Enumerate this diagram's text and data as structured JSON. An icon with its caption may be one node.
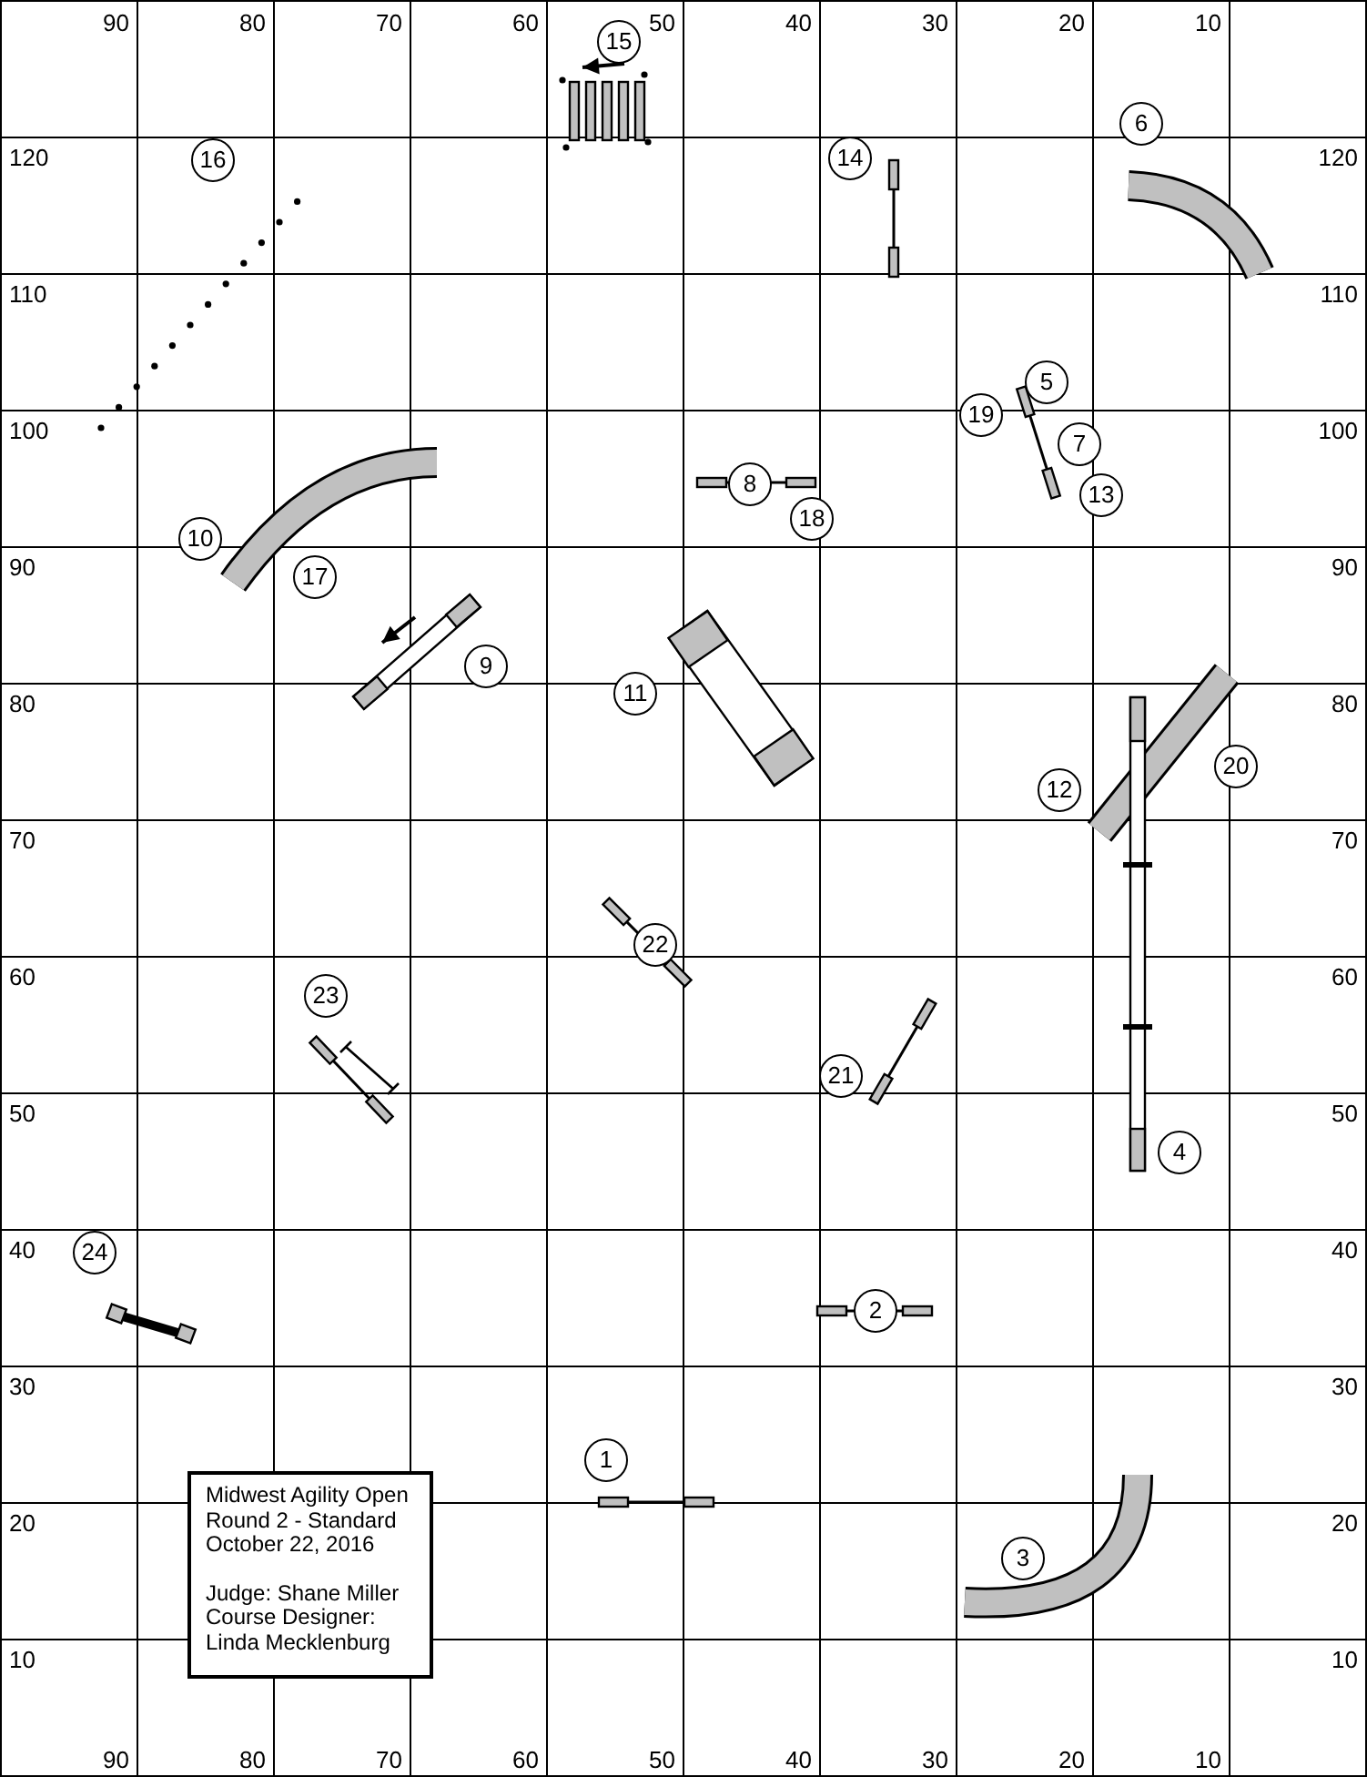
{
  "diagram": {
    "nodes": [
      {
        "text": [
          "15"
        ]
      },
      {
        "text": [
          "16"
        ]
      },
      {
        "text": [
          "14"
        ]
      },
      {
        "text": [
          "6"
        ]
      },
      {
        "text": [
          "5"
        ]
      },
      {
        "text": [
          "19"
        ]
      },
      {
        "text": [
          "7"
        ]
      },
      {
        "text": [
          "8"
        ]
      },
      {
        "text": [
          "13"
        ]
      },
      {
        "text": [
          "18"
        ]
      },
      {
        "text": [
          "10"
        ]
      },
      {
        "text": [
          "17"
        ]
      },
      {
        "text": [
          "9"
        ]
      },
      {
        "text": [
          "11"
        ]
      },
      {
        "text": [
          "12"
        ]
      },
      {
        "text": [
          "20"
        ]
      },
      {
        "text": [
          "22"
        ]
      },
      {
        "text": [
          "23"
        ]
      },
      {
        "text": [
          "21"
        ]
      },
      {
        "text": [
          "4"
        ]
      },
      {
        "text": [
          "24"
        ]
      },
      {
        "text": [
          "2"
        ]
      },
      {
        "text": [
          "1"
        ]
      },
      {
        "text": [
          "3"
        ]
      },
      {
        "text": [
          "Midwest Agility Open Round 2 - Standard October 22, 2016",
          "Judge: Shane Miller Course Designer: Linda Mecklenburg"
        ]
      }
    ],
    "labels": [
      "90",
      "80",
      "70",
      "60",
      "50",
      "40",
      "30",
      "20",
      "10",
      "120",
      "120",
      "110",
      "110",
      "100",
      "100",
      "90",
      "90",
      "80",
      "80",
      "70",
      "70",
      "60",
      "60",
      "50",
      "50",
      "40",
      "40",
      "30",
      "30",
      "20",
      "20",
      "10",
      "10",
      "90",
      "80",
      "70",
      "60",
      "50",
      "40",
      "30",
      "20",
      "10"
    ]
  }
}
